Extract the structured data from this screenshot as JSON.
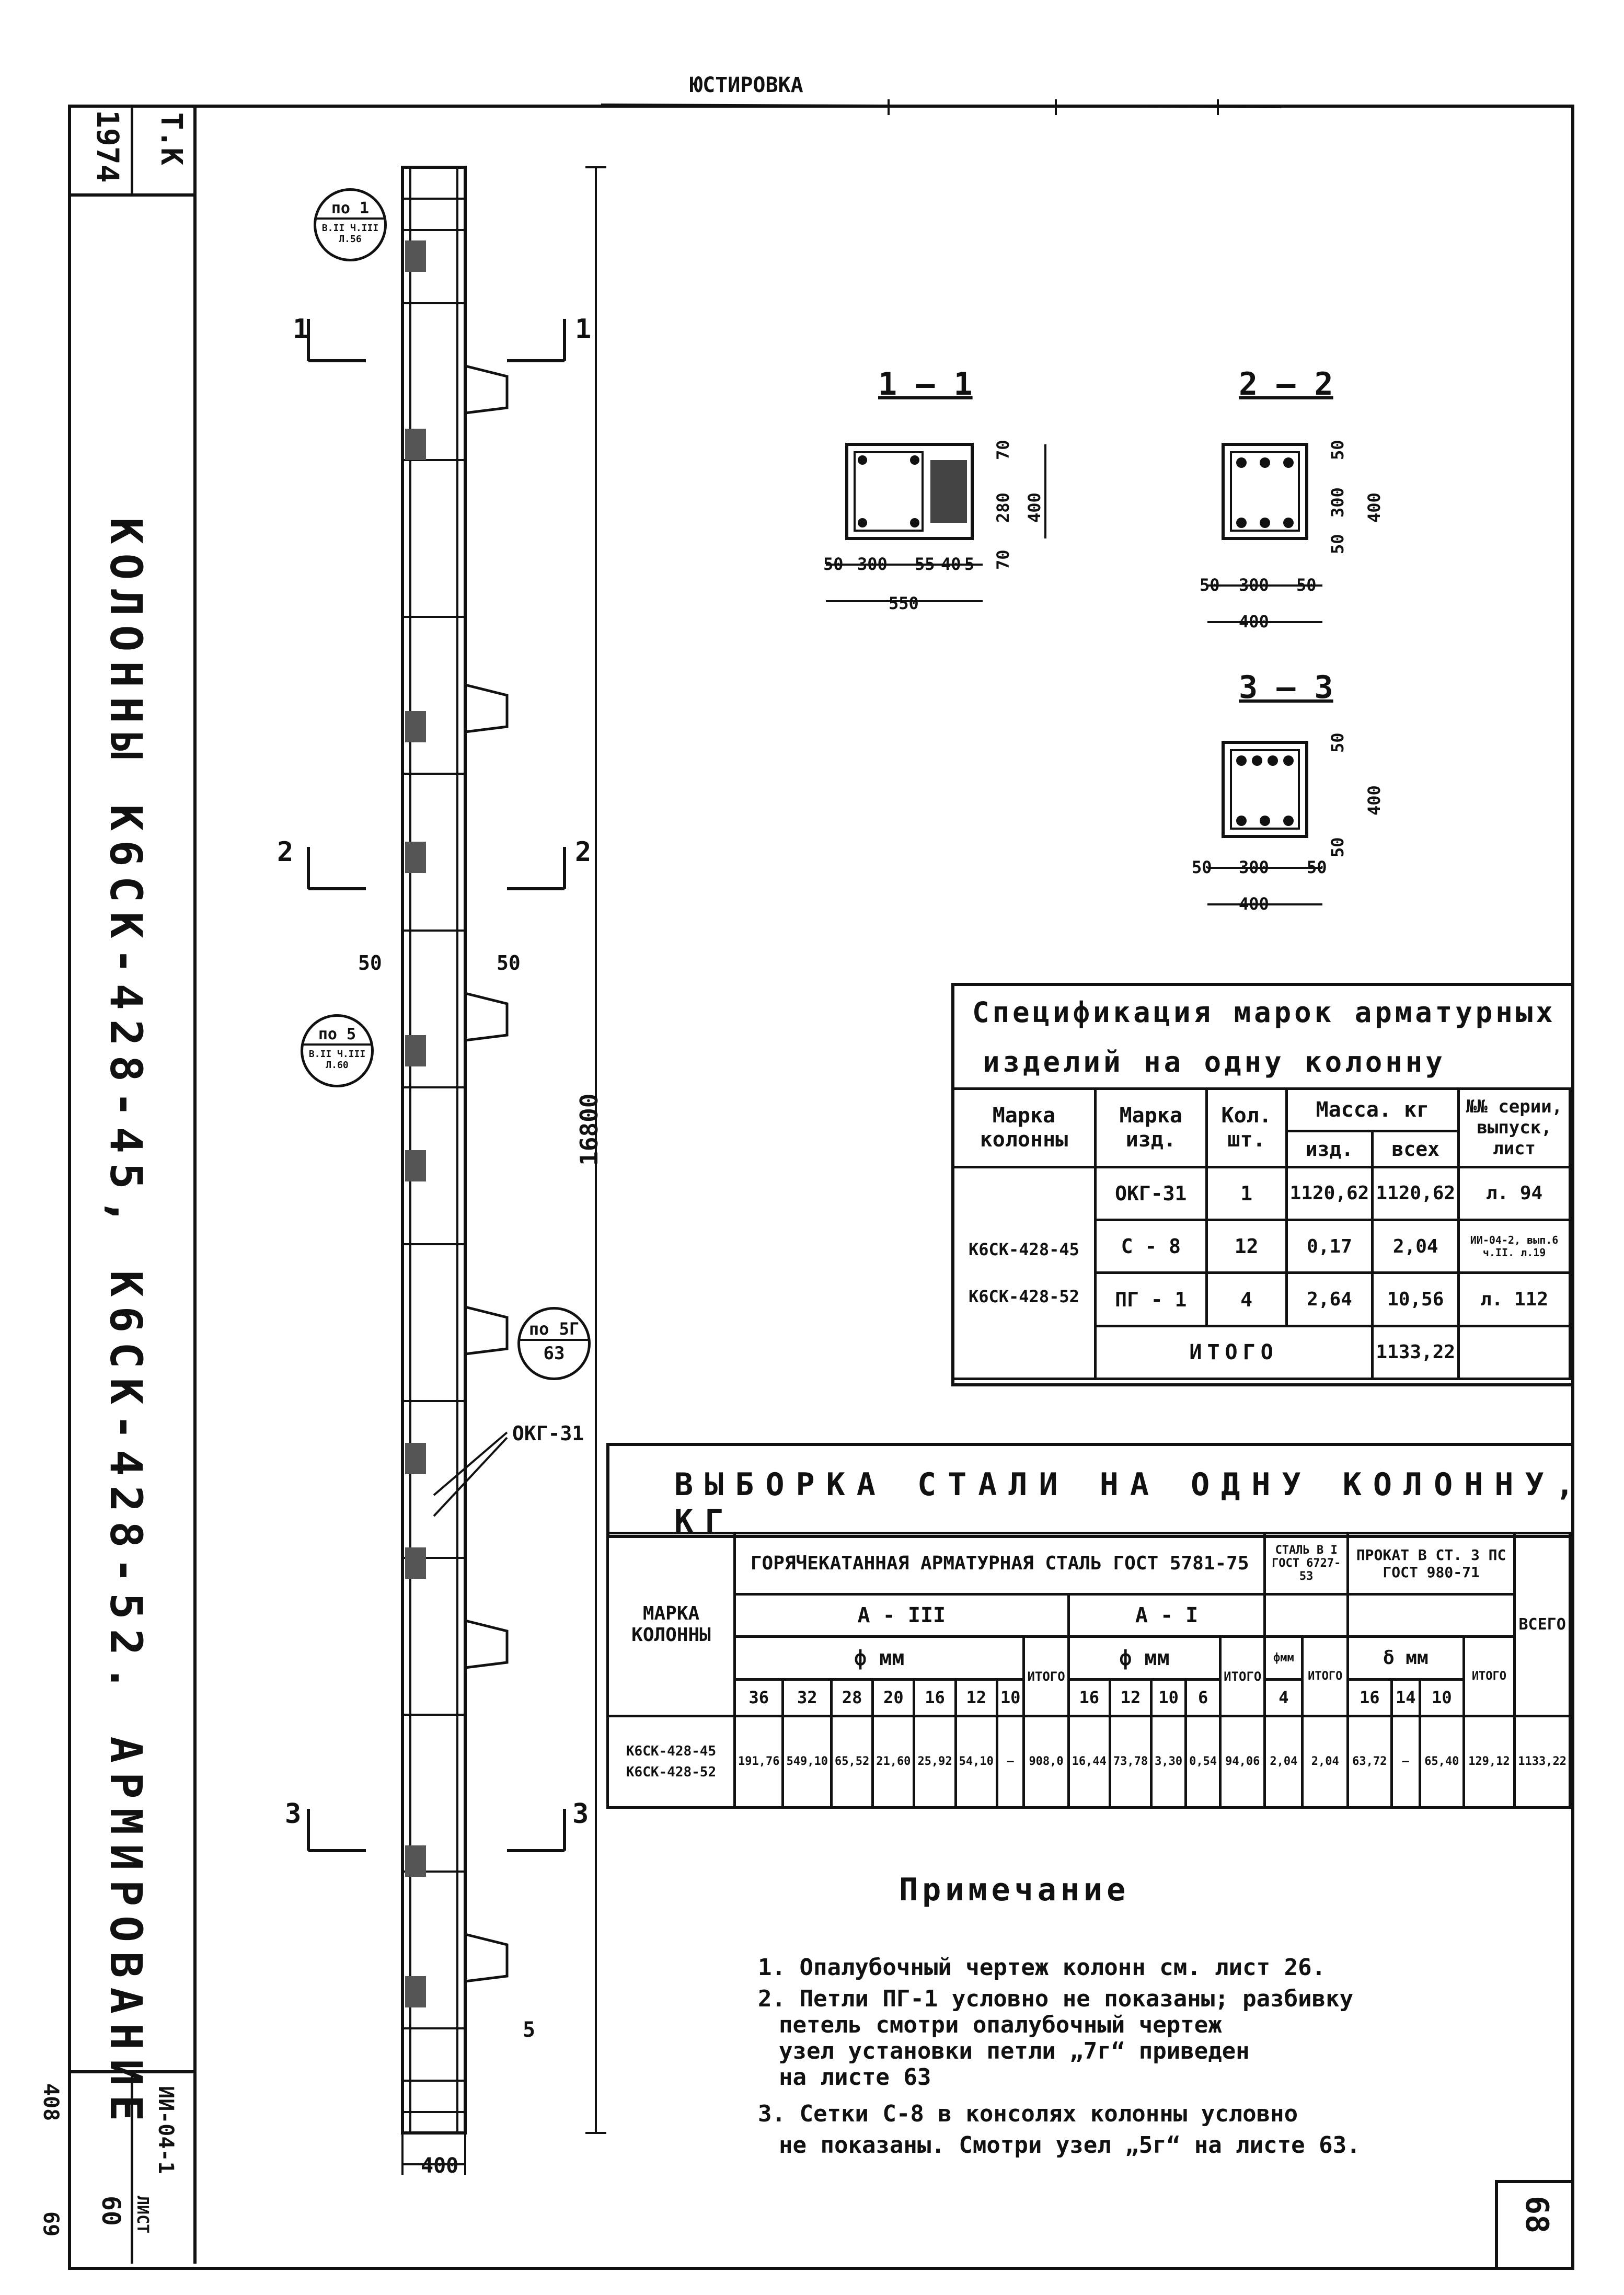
{
  "header_scrawl": "ЮСТИРОВКА",
  "stamp": {
    "code_top": "Т.К",
    "year": "1974",
    "title": "КОЛОННЫ К6СК-428-45, К6СК-428-52. АРМИРОВАНИЕ",
    "series": "ИИ-04-1",
    "sheet_label": "ЛИСТ",
    "sheet_no": "60",
    "small_code": "408",
    "bottom_code": "69"
  },
  "elevation": {
    "height_dim": "16800",
    "width_dim": "400",
    "offset_left": "50",
    "offset_right": "50",
    "bottom_dim": "5",
    "section_marks": [
      {
        "label_left": "1",
        "label_right": "1"
      },
      {
        "label_left": "2",
        "label_right": "2"
      },
      {
        "label_left": "3",
        "label_right": "3"
      }
    ],
    "callouts": [
      {
        "top": "по 1",
        "bottom": "В.II Ч.III Л.56"
      },
      {
        "top": "по 5",
        "bottom": "В.II Ч.III Л.60"
      },
      {
        "top": "по 5Г",
        "bottom": "63"
      }
    ],
    "leader_label": "ОКГ-31"
  },
  "sections": [
    {
      "title": "1 – 1",
      "dims": [
        "50",
        "300",
        "55",
        "40",
        "5",
        "550",
        "70",
        "280",
        "70",
        "400"
      ]
    },
    {
      "title": "2 – 2",
      "dims": [
        "50",
        "300",
        "50",
        "400",
        "50",
        "300",
        "50",
        "400"
      ]
    },
    {
      "title": "3 – 3",
      "dims": [
        "50",
        "300",
        "50",
        "400",
        "50",
        "50",
        "400"
      ]
    }
  ],
  "spec_table": {
    "title_line1": "Спецификация марок арматурных",
    "title_line2": "изделий на одну колонну",
    "headers": {
      "mark_col": "Марка колонны",
      "mark_izd": "Марка изд.",
      "qty": "Кол. шт.",
      "mass": "Масса. кг",
      "mass_izd": "изд.",
      "mass_all": "всех",
      "series": "№№ серии, выпуск, лист"
    },
    "column_marks": [
      "К6СК-428-45",
      "К6СК-428-52"
    ],
    "rows": [
      {
        "izd": "ОКГ-31",
        "qty": "1",
        "mass_izd": "1120,62",
        "mass_all": "1120,62",
        "ref": "л. 94"
      },
      {
        "izd": "С - 8",
        "qty": "12",
        "mass_izd": "0,17",
        "mass_all": "2,04",
        "ref": "ИИ-04-2, вып.6 ч.II. л.19"
      },
      {
        "izd": "ПГ - 1",
        "qty": "4",
        "mass_izd": "2,64",
        "mass_all": "10,56",
        "ref": "л. 112"
      }
    ],
    "total_label": "ИТОГО",
    "total_value": "1133,22"
  },
  "steel_table": {
    "title": "ВЫБОРКА СТАЛИ НА ОДНУ КОЛОННУ, КГ",
    "mark_label": "МАРКА КОЛОННЫ",
    "hot_rolled": "ГОРЯЧЕКАТАННАЯ АРМАТУРНАЯ СТАЛЬ ГОСТ 5781-75",
    "a3": "А - III",
    "a1": "А - I",
    "phi": "ф мм",
    "itogo": "ИТОГО",
    "steel_b1": "СТАЛЬ В I ГОСТ 6727-53",
    "rolled": "ПРОКАТ В СТ. 3 ПС ГОСТ 980-71",
    "delta": "δ мм",
    "phimm": "фмм",
    "vsego": "ВСЕГО",
    "a3_diams": [
      "36",
      "32",
      "28",
      "20",
      "16",
      "12",
      "10"
    ],
    "a1_diams": [
      "16",
      "12",
      "10",
      "6"
    ],
    "b1_diams": [
      "4"
    ],
    "rolled_diams": [
      "16",
      "14",
      "10"
    ],
    "row_marks": [
      "К6СК-428-45",
      "К6СК-428-52"
    ],
    "values": [
      "191,76",
      "549,10",
      "65,52",
      "21,60",
      "25,92",
      "54,10",
      "–",
      "908,0",
      "16,44",
      "73,78",
      "3,30",
      "0,54",
      "94,06",
      "2,04",
      "2,04",
      "63,72",
      "–",
      "65,40",
      "129,12",
      "1133,22"
    ]
  },
  "notes": {
    "title": "Примечание",
    "items": [
      "1. Опалубочный чертеж колонн см. лист 26.",
      "2. Петли ПГ-1 условно не показаны; разбивку",
      "петель смотри опалубочный чертеж",
      "узел установки петли „7г“ приведен",
      "на листе 63",
      "3. Сетки С-8 в консолях колонны условно",
      "не показаны. Смотри узел „5г“ на листе 63."
    ]
  },
  "page_number": "68"
}
